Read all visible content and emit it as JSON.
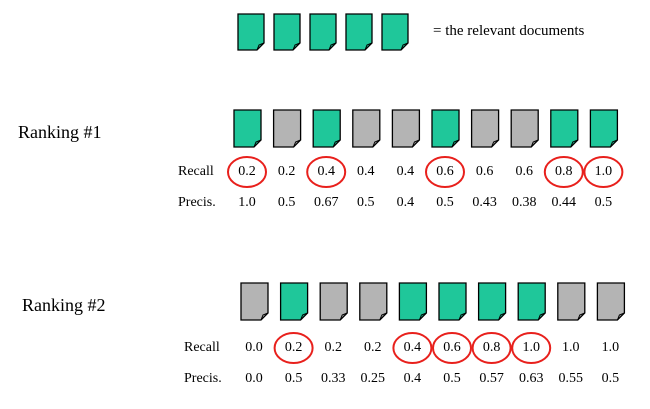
{
  "colors": {
    "relevant": "#1fc79a",
    "nonrelevant": "#b4b4b4",
    "circle": "#e8201c",
    "outline": "#000000"
  },
  "legend": {
    "count": 5,
    "text": "= the relevant documents"
  },
  "rankings": [
    {
      "label": "Ranking #1",
      "recall_label": "Recall",
      "precision_label": "Precis.",
      "documents": [
        "relevant",
        "nonrelevant",
        "relevant",
        "nonrelevant",
        "nonrelevant",
        "relevant",
        "nonrelevant",
        "nonrelevant",
        "relevant",
        "relevant"
      ],
      "recall": [
        "0.2",
        "0.2",
        "0.4",
        "0.4",
        "0.4",
        "0.6",
        "0.6",
        "0.6",
        "0.8",
        "1.0"
      ],
      "precision": [
        "1.0",
        "0.5",
        "0.67",
        "0.5",
        "0.4",
        "0.5",
        "0.43",
        "0.38",
        "0.44",
        "0.5"
      ],
      "circled": [
        true,
        false,
        true,
        false,
        false,
        true,
        false,
        false,
        true,
        true
      ]
    },
    {
      "label": "Ranking #2",
      "recall_label": "Recall",
      "precision_label": "Precis.",
      "documents": [
        "nonrelevant",
        "relevant",
        "nonrelevant",
        "nonrelevant",
        "relevant",
        "relevant",
        "relevant",
        "relevant",
        "nonrelevant",
        "nonrelevant"
      ],
      "recall": [
        "0.0",
        "0.2",
        "0.2",
        "0.2",
        "0.4",
        "0.6",
        "0.8",
        "1.0",
        "1.0",
        "1.0"
      ],
      "precision": [
        "0.0",
        "0.5",
        "0.33",
        "0.25",
        "0.4",
        "0.5",
        "0.57",
        "0.63",
        "0.55",
        "0.5"
      ],
      "circled": [
        false,
        true,
        false,
        false,
        true,
        true,
        true,
        true,
        false,
        false
      ]
    }
  ]
}
